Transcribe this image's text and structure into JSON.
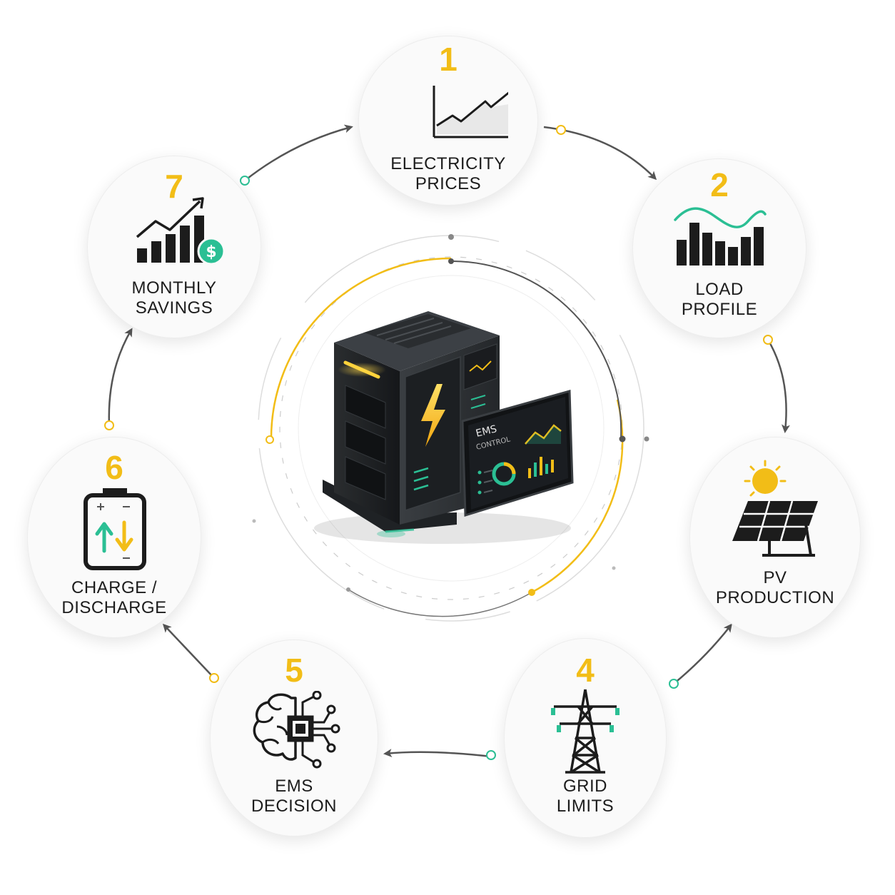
{
  "nodes": [
    {
      "number": "1",
      "label_lines": [
        "ELECTRICITY",
        "PRICES"
      ],
      "icon": "price-chart-dollar-icon"
    },
    {
      "number": "2",
      "label_lines": [
        "LOAD",
        "PROFILE"
      ],
      "icon": "load-bars-wave-icon"
    },
    {
      "number": "",
      "label_lines": [
        "PV",
        "PRODUCTION"
      ],
      "icon": "solar-panel-sun-icon"
    },
    {
      "number": "4",
      "label_lines": [
        "GRID",
        "LIMITS"
      ],
      "icon": "transmission-tower-icon"
    },
    {
      "number": "5",
      "label_lines": [
        "EMS",
        "DECISION"
      ],
      "icon": "brain-chip-icon"
    },
    {
      "number": "6",
      "label_lines": [
        "CHARGE /",
        "DISCHARGE"
      ],
      "icon": "battery-charge-icon"
    },
    {
      "number": "7",
      "label_lines": [
        "MONTHLY",
        "SAVINGS"
      ],
      "icon": "savings-chart-icon"
    }
  ],
  "center": {
    "screen_title": "EMS",
    "screen_subtitle": "CONTROL",
    "icon": "battery-cabinet-icon"
  },
  "colors": {
    "accent_yellow": "#f2bd17",
    "accent_green": "#2bbf94",
    "dark": "#1c1c1c",
    "arrow": "#555555"
  }
}
